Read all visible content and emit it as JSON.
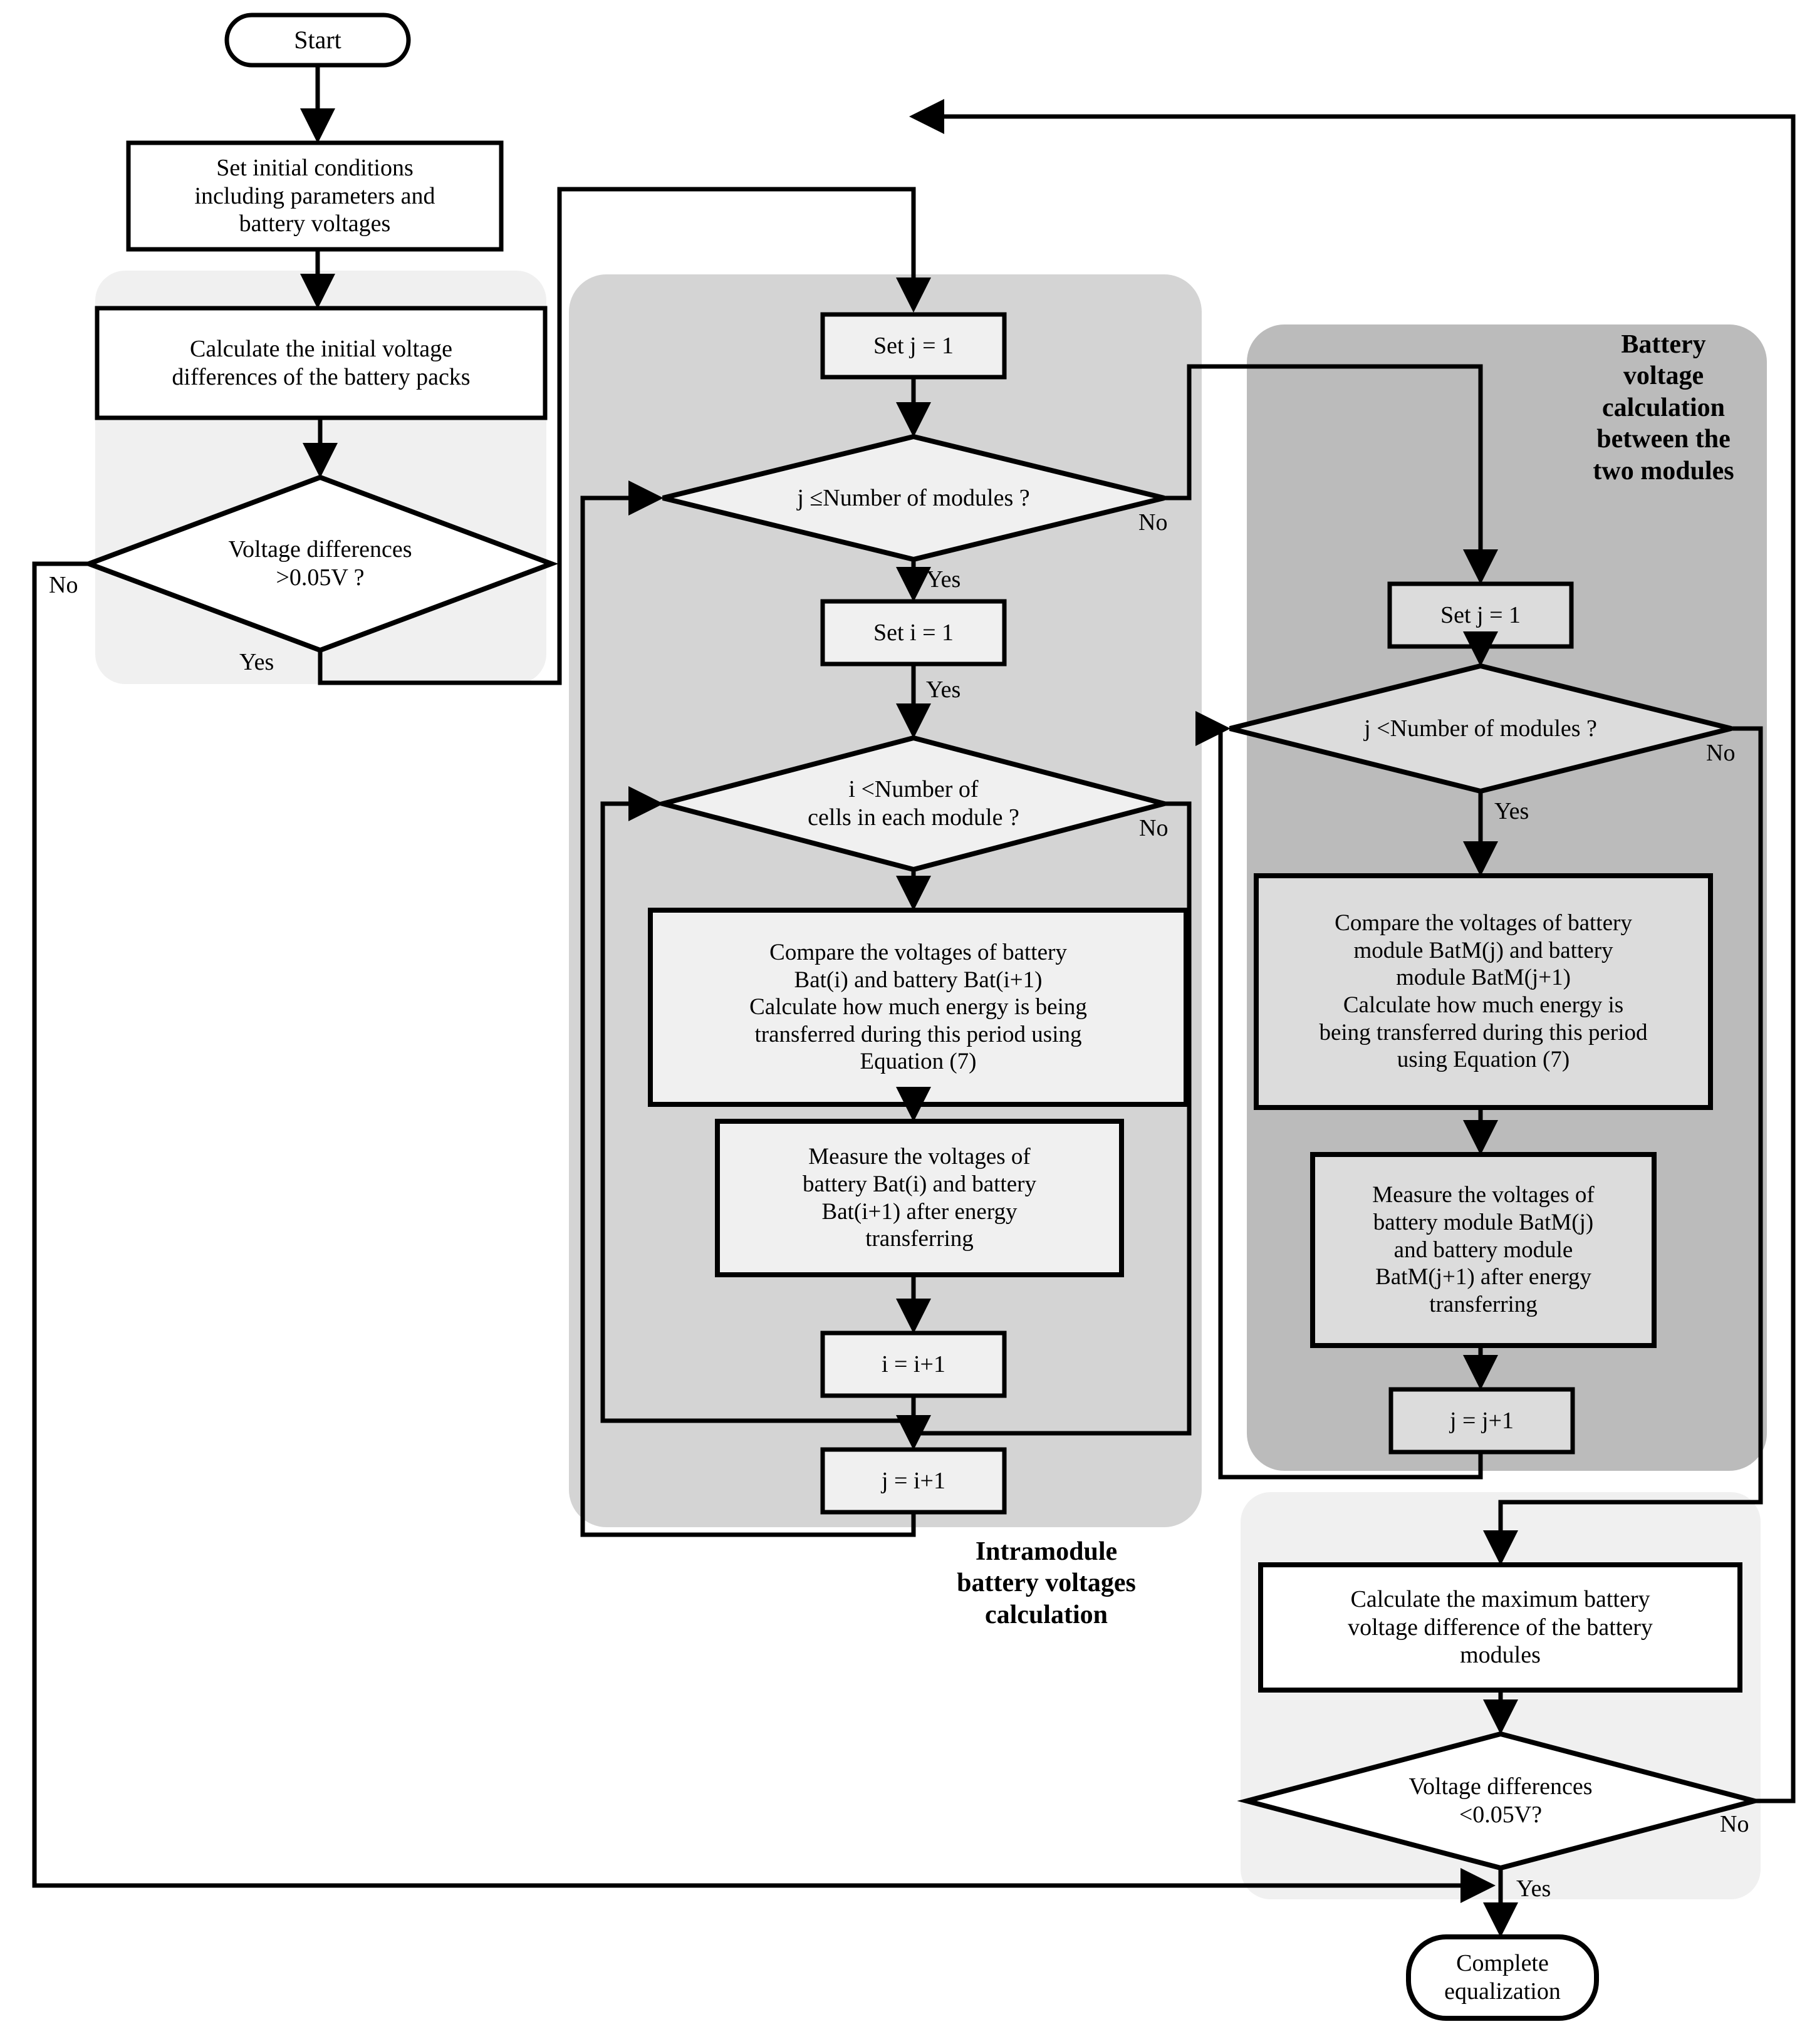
{
  "title": "Battery equalization control flowchart",
  "colors": {
    "stroke": "#000000",
    "background": "#ffffff",
    "band_light": "#f0f0f0",
    "band_mid": "#d4d4d4",
    "band_dark": "#bbbbbb",
    "box_fill_white": "#ffffff",
    "box_fill_light": "#f0f0f0",
    "box_fill_mid": "#dcdcdc"
  },
  "groups": [
    {
      "id": "initial-check-group",
      "label": "",
      "fill": "#f0f0f0"
    },
    {
      "id": "intramodule-group",
      "label": "Intramodule\nbattery voltages\ncalculation",
      "fill": "#d4d4d4"
    },
    {
      "id": "intermodule-group",
      "label": "Battery\nvoltage\ncalculation\nbetween the\ntwo modules",
      "fill": "#bbbbbb"
    },
    {
      "id": "final-check-group",
      "label": "",
      "fill": "#f0f0f0"
    }
  ],
  "nodes": [
    {
      "id": "start",
      "type": "terminator",
      "text": "Start"
    },
    {
      "id": "set-initial-conditions",
      "type": "process",
      "text": "Set initial conditions\nincluding parameters and\nbattery voltages"
    },
    {
      "id": "calc-initial-diff",
      "type": "process",
      "text": "Calculate the initial voltage\ndifferences of the battery packs"
    },
    {
      "id": "decide-initial-diff",
      "type": "decision",
      "text": "Voltage differences\n>0.05V ?"
    },
    {
      "id": "set-j-1-intra",
      "type": "process",
      "text": "Set j = 1"
    },
    {
      "id": "decide-j-modules-intra",
      "type": "decision",
      "text": "j ≤Number of modules ?"
    },
    {
      "id": "set-i-1",
      "type": "process",
      "text": "Set i = 1"
    },
    {
      "id": "decide-i-cells",
      "type": "decision",
      "text": "i <Number of\ncells in each module ?"
    },
    {
      "id": "compare-cells",
      "type": "process",
      "text": "Compare the voltages of battery\nBat(i) and battery Bat(i+1)\nCalculate how much energy is being\ntransferred during this period using\nEquation (7)"
    },
    {
      "id": "measure-cells",
      "type": "process",
      "text": "Measure the voltages of\nbattery Bat(i) and battery\nBat(i+1) after energy\ntransferring"
    },
    {
      "id": "inc-i",
      "type": "process",
      "text": "i = i+1"
    },
    {
      "id": "inc-j-intra",
      "type": "process",
      "text": "j = i+1"
    },
    {
      "id": "set-j-1-inter",
      "type": "process",
      "text": "Set j = 1"
    },
    {
      "id": "decide-j-modules-inter",
      "type": "decision",
      "text": "j <Number of modules ?"
    },
    {
      "id": "compare-modules",
      "type": "process",
      "text": "Compare the voltages of battery\nmodule BatM(j) and battery\nmodule BatM(j+1)\nCalculate how much energy is\nbeing transferred during this period\nusing Equation (7)"
    },
    {
      "id": "measure-modules",
      "type": "process",
      "text": "Measure the voltages of\nbattery module BatM(j)\nand battery module\nBatM(j+1) after energy\ntransferring"
    },
    {
      "id": "inc-j-inter",
      "type": "process",
      "text": "j = j+1"
    },
    {
      "id": "calc-max-diff",
      "type": "process",
      "text": "Calculate the maximum battery\nvoltage difference of the battery\nmodules"
    },
    {
      "id": "decide-final-diff",
      "type": "decision",
      "text": "Voltage differences\n<0.05V?"
    },
    {
      "id": "complete",
      "type": "terminator",
      "text": "Complete\nequalization"
    }
  ],
  "edge_labels": [
    {
      "id": "label-initial-no",
      "text": "No"
    },
    {
      "id": "label-initial-yes",
      "text": "Yes"
    },
    {
      "id": "label-j-intra-no",
      "text": "No"
    },
    {
      "id": "label-j-intra-yes",
      "text": "Yes"
    },
    {
      "id": "label-i-cells-yes",
      "text": "Yes"
    },
    {
      "id": "label-i-cells-no",
      "text": "No"
    },
    {
      "id": "label-j-inter-no",
      "text": "No"
    },
    {
      "id": "label-j-inter-yes",
      "text": "Yes"
    },
    {
      "id": "label-final-no",
      "text": "No"
    },
    {
      "id": "label-final-yes",
      "text": "Yes"
    }
  ]
}
